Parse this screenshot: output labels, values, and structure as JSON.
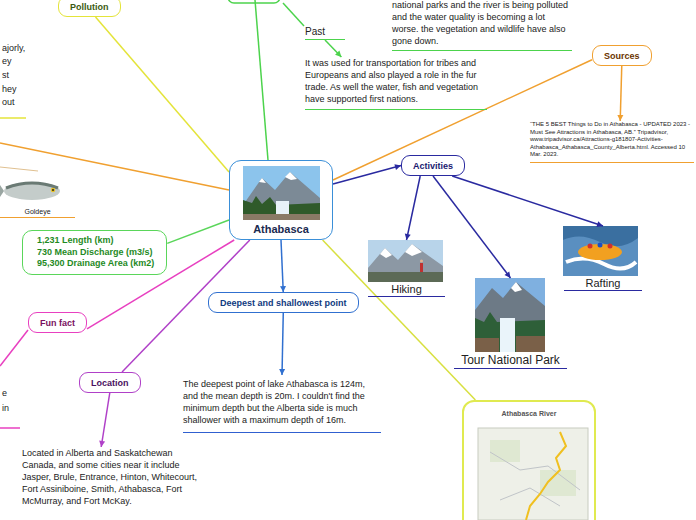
{
  "diagram": {
    "nodes": [
      {
        "text": [
          "Athabasca"
        ]
      },
      {
        "text": [
          "Pollution"
        ]
      },
      {
        "text": [
          "Past"
        ]
      },
      {
        "text": [
          "It was used for transportation for tribes and Europeans and also played a role in the fur trade. As well the water, fish and vegetation have supported first nations."
        ]
      },
      {
        "text": [
          "national parks and the river is being polluted and the water quality is becoming a lot worse. the vegetation and wildlife have also gone down."
        ]
      },
      {
        "text": [
          "Sources"
        ]
      },
      {
        "text": [
          "“THE 5 BEST Things to Do in Athabasca - UPDATED 2023 - Must See Attractions in Athabasca, AB.” Tripadvisor, www.tripadvisor.ca/Attractions-g181807-Activities-Athabasca_Athabasca_County_Alberta.html. Accessed 10 Mar. 2023."
        ]
      },
      {
        "text": [
          "Activities"
        ]
      },
      {
        "text": [
          "Hiking"
        ]
      },
      {
        "text": [
          "Tour National Park"
        ]
      },
      {
        "text": [
          "Rafting"
        ]
      },
      {
        "text": [
          "Goldeye"
        ]
      },
      {
        "text": [
          "1,231  Length (km)",
          "730 Mean Discharge (m3/s)",
          "95,300 Drainage Area (km2)"
        ]
      },
      {
        "text": [
          "Fun fact"
        ]
      },
      {
        "text": [
          "Location"
        ]
      },
      {
        "text": [
          "Located in Alberta and Saskatchewan Canada, and some cities near it include Jasper, Brule, Entrance, Hinton, Whitecourt, Fort Assiniboine, Smith, Athabasca, Fort McMurray, and Fort McKay."
        ]
      },
      {
        "text": [
          "Deepest and shallowest point"
        ]
      },
      {
        "text": [
          "The deepest point of lake Athabasca is 124m, and the mean depth is 20m. I couldn't find the minimum depth but the Alberta side is much shallower with a maximum depth of 16m."
        ]
      },
      {
        "text": [
          "Athabasca River"
        ]
      }
    ],
    "edges": [
      {
        "from": 0,
        "to": 1,
        "arrow": "none"
      },
      {
        "from": 2,
        "to": 3,
        "arrow": "to"
      },
      {
        "from": 0,
        "to": 5,
        "arrow": "none"
      },
      {
        "from": 5,
        "to": 6,
        "arrow": "to"
      },
      {
        "from": 0,
        "to": 7,
        "arrow": "to"
      },
      {
        "from": 7,
        "to": 8,
        "arrow": "to"
      },
      {
        "from": 7,
        "to": 9,
        "arrow": "to"
      },
      {
        "from": 7,
        "to": 10,
        "arrow": "to"
      },
      {
        "from": 0,
        "to": 12,
        "arrow": "none"
      },
      {
        "from": 0,
        "to": 13,
        "arrow": "none"
      },
      {
        "from": 0,
        "to": 14,
        "arrow": "none"
      },
      {
        "from": 14,
        "to": 15,
        "arrow": "to"
      },
      {
        "from": 0,
        "to": 16,
        "arrow": "to"
      },
      {
        "from": 16,
        "to": 17,
        "arrow": "to"
      },
      {
        "from": 0,
        "to": 18,
        "arrow": "none"
      }
    ],
    "labels": [
      "ajorly,",
      "ey",
      "st",
      "hey",
      "out",
      "e",
      "in"
    ]
  }
}
